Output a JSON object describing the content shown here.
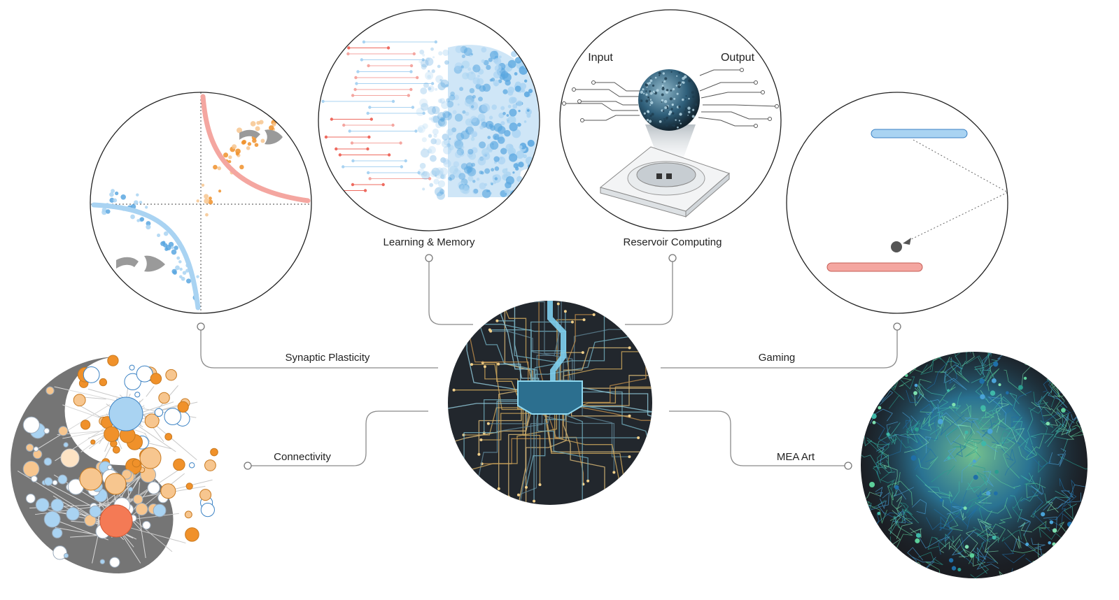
{
  "center": {
    "name": "circuit-board-chip"
  },
  "nodes": {
    "synaptic_plasticity": {
      "label": "Synaptic Plasticity"
    },
    "learning_memory": {
      "label": "Learning & Memory"
    },
    "reservoir_computing": {
      "label": "Reservoir Computing",
      "input_label": "Input",
      "output_label": "Output"
    },
    "gaming": {
      "label": "Gaming"
    },
    "connectivity": {
      "label": "Connectivity"
    },
    "mea_art": {
      "label": "MEA Art"
    }
  },
  "colors": {
    "line": "#8a8a8a",
    "circle_stroke": "#222222",
    "blue": "#5aa7e0",
    "light_blue": "#a9d3f2",
    "orange": "#f0912a",
    "peach": "#f7c68f",
    "salmon": "#f4a6a0",
    "gray": "#7a7a7a",
    "dark_bg": "#1b1d22",
    "teal": "#3fb8a8"
  }
}
